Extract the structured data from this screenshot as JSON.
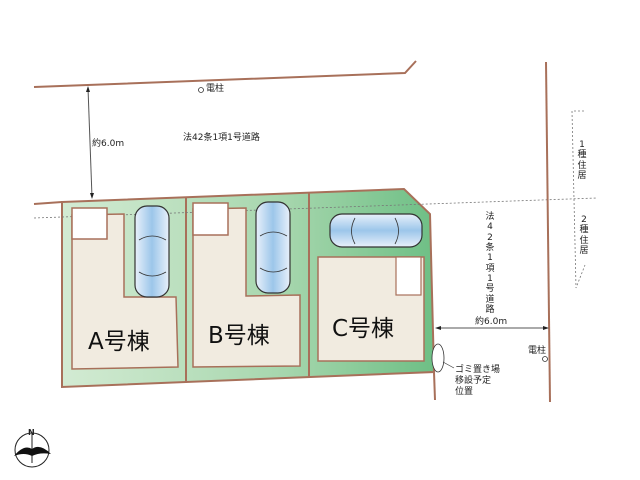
{
  "top_road": {
    "name": "法42条1項1号道路",
    "width_label": "約6.0m",
    "pole_label": "電柱"
  },
  "right_road": {
    "name": "法42条1項1号道路",
    "width_label": "約6.0m",
    "pole_label": "電柱"
  },
  "zoning": {
    "upper": "1種住居",
    "lower": "2種住居"
  },
  "garbage_note": {
    "line1": "ゴミ置き場",
    "line2": "移設予定",
    "line3": "位置"
  },
  "buildings": [
    {
      "label": "A号棟"
    },
    {
      "label": "B号棟"
    },
    {
      "label": "C号棟"
    }
  ],
  "compass": {
    "north_label": "N"
  },
  "colors": {
    "lot_green_light": "#cfe8cf",
    "lot_green_dark": "#72c28a",
    "house_beige": "#f1ebe0",
    "boundary_brown": "#a8705a"
  }
}
